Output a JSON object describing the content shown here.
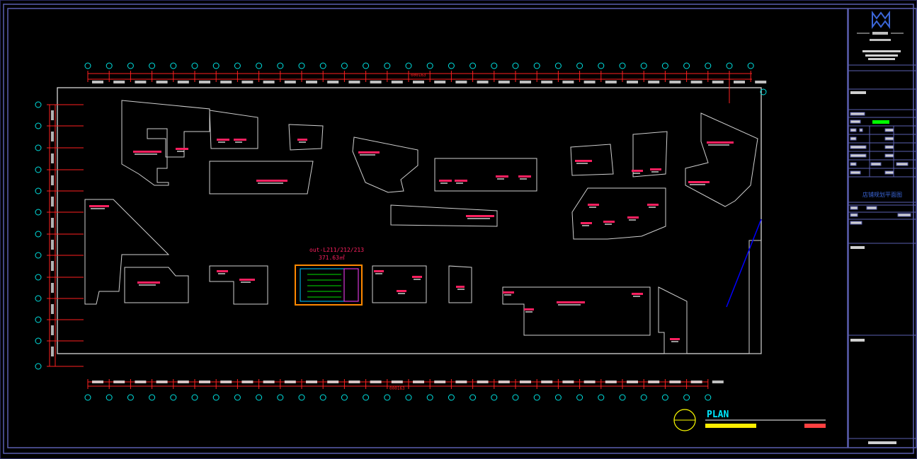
{
  "colors": {
    "background": "#000000",
    "frame": "#5a5fb0",
    "dimension": "#ff2020",
    "grid_bubble": "#00e0e0",
    "outline": "#d8d8d8",
    "label": "#ff2060",
    "highlight": "#ff8800",
    "title_cyan": "#00e8ff",
    "title_yellow": "#ffee00",
    "north": "#ffff00",
    "blue_line": "#0000ff",
    "green_tag": "#00ff00"
  },
  "drawing": {
    "highlight_unit": {
      "name": "out-L211/212/213",
      "area": "371.63㎡"
    },
    "overall_dim_top": "000163",
    "overall_dim_bottom": "000163"
  },
  "title": {
    "plan": "PLAN"
  },
  "title_block": {
    "logo_icon": "logo-icon",
    "drawing_name_label": "店铺规划平面图"
  }
}
